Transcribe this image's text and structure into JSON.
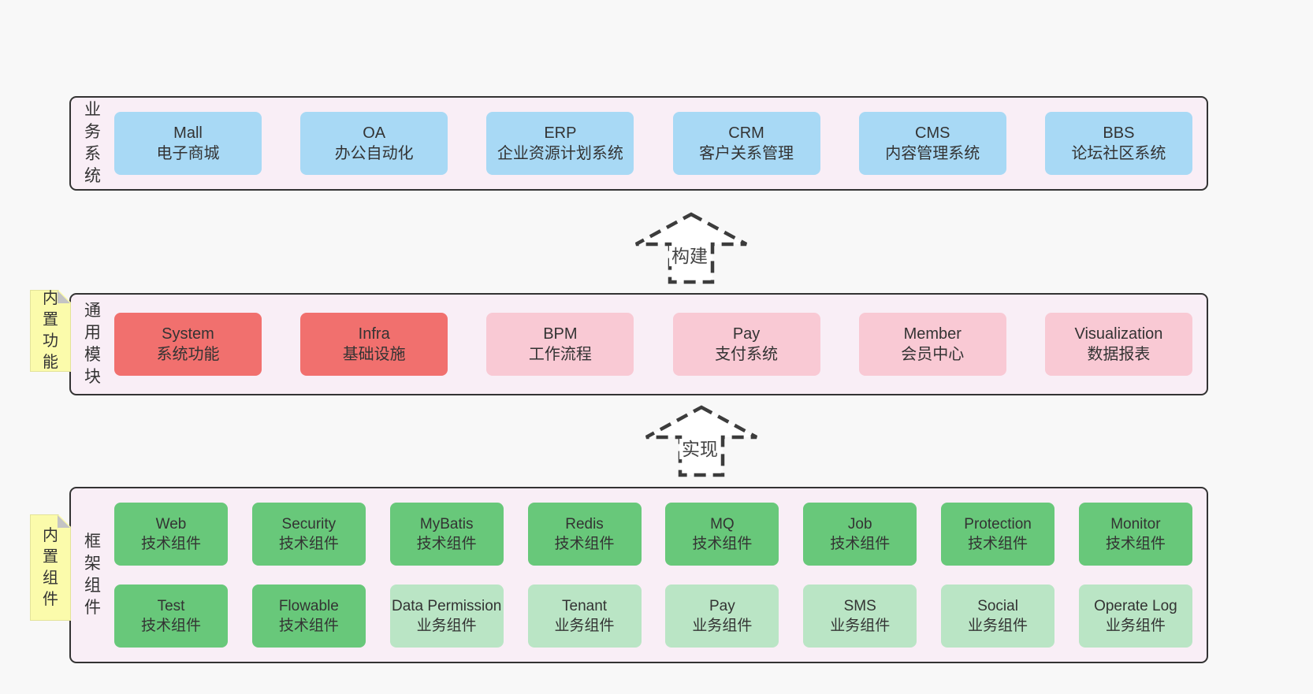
{
  "colors": {
    "page_bg": "#f8f8f8",
    "band_bg": "#f9eef6",
    "band_border": "#333333",
    "note_bg": "#fbfbab",
    "text": "#333333",
    "blue": "#a8d9f5",
    "red": "#f1706e",
    "pink": "#f9c9d4",
    "green": "#68c87a",
    "lightgreen": "#bae5c5"
  },
  "bands": {
    "business": {
      "label": "业务系统",
      "boxes": [
        {
          "title": "Mall",
          "subtitle": "电子商城",
          "color": "blue"
        },
        {
          "title": "OA",
          "subtitle": "办公自动化",
          "color": "blue"
        },
        {
          "title": "ERP",
          "subtitle": "企业资源计划系统",
          "color": "blue"
        },
        {
          "title": "CRM",
          "subtitle": "客户关系管理",
          "color": "blue"
        },
        {
          "title": "CMS",
          "subtitle": "内容管理系统",
          "color": "blue"
        },
        {
          "title": "BBS",
          "subtitle": "论坛社区系统",
          "color": "blue"
        }
      ]
    },
    "modules": {
      "label": "通用模块",
      "note": "内置功能",
      "boxes": [
        {
          "title": "System",
          "subtitle": "系统功能",
          "color": "red"
        },
        {
          "title": "Infra",
          "subtitle": "基础设施",
          "color": "red"
        },
        {
          "title": "BPM",
          "subtitle": "工作流程",
          "color": "pink"
        },
        {
          "title": "Pay",
          "subtitle": "支付系统",
          "color": "pink"
        },
        {
          "title": "Member",
          "subtitle": "会员中心",
          "color": "pink"
        },
        {
          "title": "Visualization",
          "subtitle": "数据报表",
          "color": "pink"
        }
      ]
    },
    "framework": {
      "label": "框架组件",
      "note": "内置组件",
      "boxes": [
        {
          "title": "Web",
          "subtitle": "技术组件",
          "color": "green"
        },
        {
          "title": "Security",
          "subtitle": "技术组件",
          "color": "green"
        },
        {
          "title": "MyBatis",
          "subtitle": "技术组件",
          "color": "green"
        },
        {
          "title": "Redis",
          "subtitle": "技术组件",
          "color": "green"
        },
        {
          "title": "MQ",
          "subtitle": "技术组件",
          "color": "green"
        },
        {
          "title": "Job",
          "subtitle": "技术组件",
          "color": "green"
        },
        {
          "title": "Protection",
          "subtitle": "技术组件",
          "color": "green"
        },
        {
          "title": "Monitor",
          "subtitle": "技术组件",
          "color": "green"
        },
        {
          "title": "Test",
          "subtitle": "技术组件",
          "color": "green"
        },
        {
          "title": "Flowable",
          "subtitle": "技术组件",
          "color": "green"
        },
        {
          "title": "Data Permission",
          "subtitle": "业务组件",
          "color": "lightgreen"
        },
        {
          "title": "Tenant",
          "subtitle": "业务组件",
          "color": "lightgreen"
        },
        {
          "title": "Pay",
          "subtitle": "业务组件",
          "color": "lightgreen"
        },
        {
          "title": "SMS",
          "subtitle": "业务组件",
          "color": "lightgreen"
        },
        {
          "title": "Social",
          "subtitle": "业务组件",
          "color": "lightgreen"
        },
        {
          "title": "Operate Log",
          "subtitle": "业务组件",
          "color": "lightgreen"
        }
      ]
    }
  },
  "arrows": [
    {
      "label": "构建"
    },
    {
      "label": "实现"
    }
  ]
}
